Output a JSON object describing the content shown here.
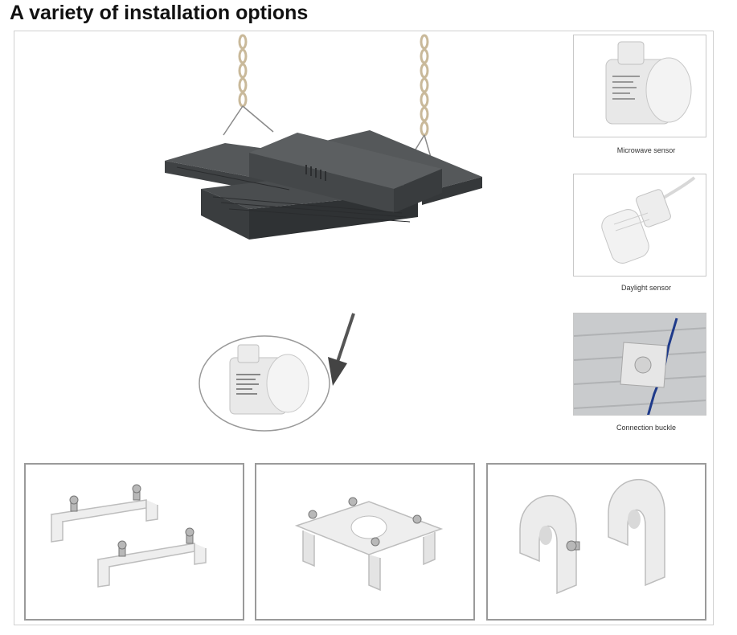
{
  "title": "A variety of installation options",
  "accessories": [
    {
      "caption": "Microwave sensor"
    },
    {
      "caption": "Daylight sensor"
    },
    {
      "caption": "Connection buckle"
    }
  ],
  "colors": {
    "fixture_body": "#4a4d4f",
    "chain": "#c9b99a",
    "bracket": "#e8e8e8",
    "border": "#9a9a9a"
  }
}
